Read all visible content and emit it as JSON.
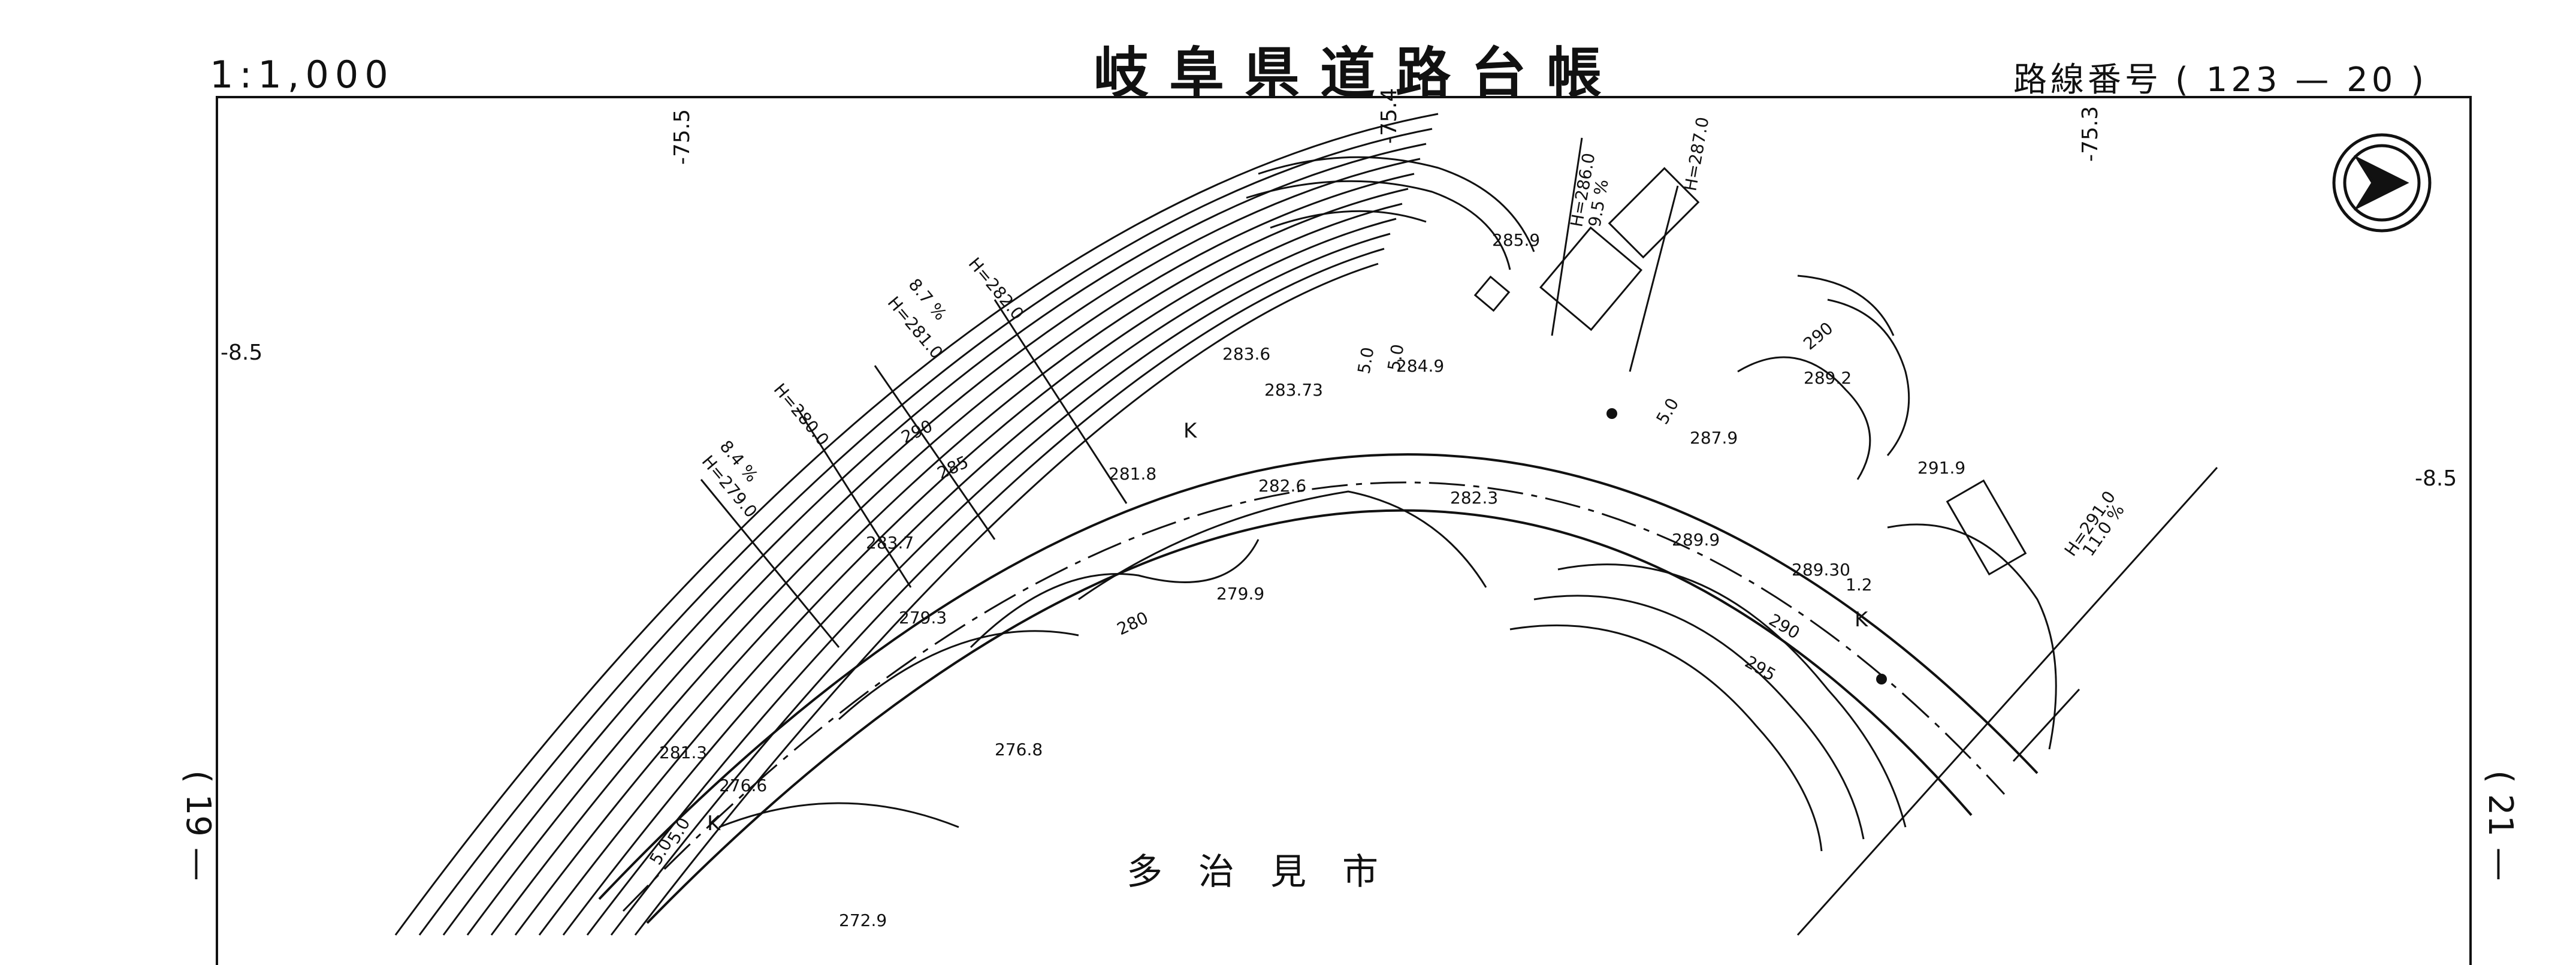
{
  "header": {
    "scale": "1:1,000",
    "title": "岐阜県道路台帳",
    "route_label": "路線番号",
    "route_number": "( 123 — 20 )"
  },
  "adjacent_sheets": {
    "left": "( 19 —",
    "right": "( 21 —"
  },
  "grid_labels": [
    "-75.5",
    "-75.4",
    "-75.3",
    "-8.5",
    "-8.5"
  ],
  "spot_heights": [
    "285.9",
    "283.6",
    "283.73",
    "284.9",
    "281.8",
    "282.6",
    "282.3",
    "287.9",
    "289.2",
    "291.9",
    "289.9",
    "289.30",
    "283.7",
    "279.3",
    "279.9",
    "276.8",
    "281.3",
    "276.6",
    "272.9"
  ],
  "contour_labels": [
    "290",
    "285",
    "280",
    "290",
    "295",
    "290"
  ],
  "grade_labels": [
    "H=282.0",
    "8.7 %",
    "H=281.0",
    "H=280.0",
    "8.4 %",
    "H=279.0",
    "H=286.0",
    "9.5 %",
    "H=287.0",
    "H=291.0",
    "11.0 %"
  ],
  "distance_labels": [
    "5.0",
    "5.0",
    "5.0",
    "5.0",
    "5.0",
    "1.2"
  ],
  "road_marks": [
    "K",
    "K",
    "K"
  ],
  "city_name": "多　治　見　市",
  "colors": {
    "ink": "#111111",
    "paper": "#ffffff"
  }
}
